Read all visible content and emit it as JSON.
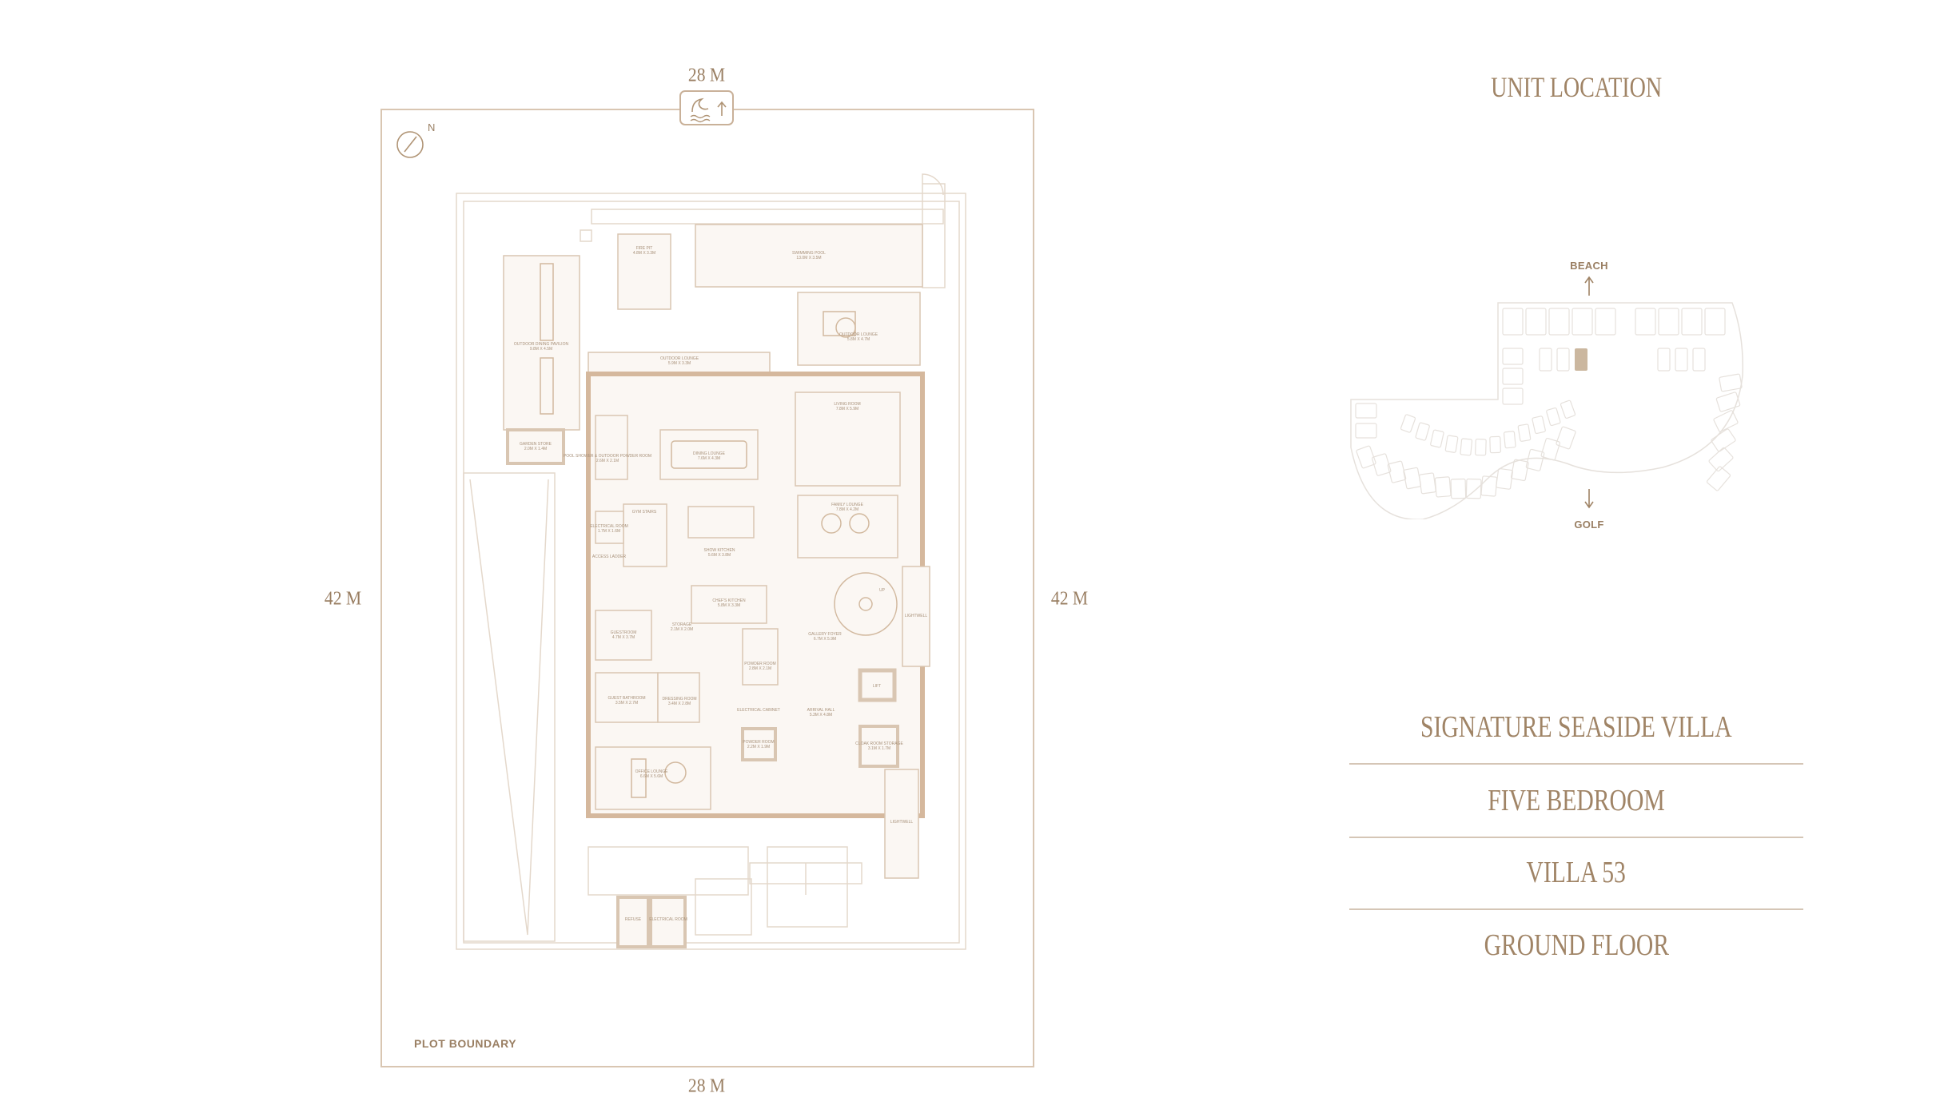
{
  "plan": {
    "dimensions": {
      "top": "28 M",
      "bottom": "28 M",
      "left": "42 M",
      "right": "42 M"
    },
    "plot_boundary_label": "PLOT BOUNDARY",
    "north_label": "N",
    "sea_direction_icon": "wave-arrow-up-icon",
    "rooms": [
      {
        "name": "FIRE PIT",
        "size": "4.8M X 3.3M"
      },
      {
        "name": "SWIMMING POOL",
        "size": "13.0M X 3.5M"
      },
      {
        "name": "OUTDOOR LOUNGE",
        "size": "5.8M X 4.7M"
      },
      {
        "name": "OUTDOOR DINING PAVILION",
        "size": "9.8M X 4.5M"
      },
      {
        "name": "GARDEN STORE",
        "size": "2.0M X 1.4M"
      },
      {
        "name": "OUTDOOR LOUNGE",
        "size": "5.9M X 3.3M"
      },
      {
        "name": "LIVING ROOM",
        "size": "7.8M X 5.9M"
      },
      {
        "name": "DINING LOUNGE",
        "size": "7.6M X 4.3M"
      },
      {
        "name": "FAMILY LOUNGE",
        "size": "7.8M X 4.2M"
      },
      {
        "name": "SHOW KITCHEN",
        "size": "5.6M X 3.8M"
      },
      {
        "name": "CHEF'S KITCHEN",
        "size": "5.8M X 3.3M"
      },
      {
        "name": "GALLERY FOYER",
        "size": "6.7M X 5.9M"
      },
      {
        "name": "LIGHTWELL",
        "size": ""
      },
      {
        "name": "LIGHTWELL",
        "size": ""
      },
      {
        "name": "GUESTROOM",
        "size": "4.7M X 3.7M"
      },
      {
        "name": "STORAGE",
        "size": "2.1M X 2.0M"
      },
      {
        "name": "POWDER ROOM",
        "size": "2.8M X 2.1M"
      },
      {
        "name": "LIFT",
        "size": ""
      },
      {
        "name": "GYM STAIRS",
        "size": ""
      },
      {
        "name": "ELECTRICAL ROOM",
        "size": "1.7M X 1.6M"
      },
      {
        "name": "ACCESS LADDER",
        "size": ""
      },
      {
        "name": "POOL SHOWER & OUTDOOR POWDER ROOM",
        "size": "2.6M X 2.1M"
      },
      {
        "name": "GUEST BATHROOM",
        "size": "3.5M X 2.7M"
      },
      {
        "name": "DRESSING ROOM",
        "size": "3.4M X 2.8M"
      },
      {
        "name": "ELECTRICAL CABINET",
        "size": ""
      },
      {
        "name": "ARRIVAL HALL",
        "size": "5.3M X 4.8M"
      },
      {
        "name": "POWDER ROOM",
        "size": "2.2M X 1.9M"
      },
      {
        "name": "CLOAK ROOM STORAGE",
        "size": "3.1M X 1.7M"
      },
      {
        "name": "OFFICE LOUNGE",
        "size": "6.6M X 5.6M"
      },
      {
        "name": "REFUSE",
        "size": ""
      },
      {
        "name": "ELECTRICAL ROOM",
        "size": ""
      }
    ],
    "stair_label": "UP"
  },
  "unit_location": {
    "title": "UNIT LOCATION",
    "top_direction": "BEACH",
    "bottom_direction": "GOLF",
    "highlight_color": "#cbb79f"
  },
  "info": {
    "villa_type": "SIGNATURE SEASIDE VILLA",
    "bedrooms": "FIVE BEDROOM",
    "villa_number": "VILLA 53",
    "floor": "GROUND FLOOR"
  },
  "colors": {
    "text": "#a08466",
    "line": "#d9c6b2",
    "wall": "#d9bfa6"
  }
}
